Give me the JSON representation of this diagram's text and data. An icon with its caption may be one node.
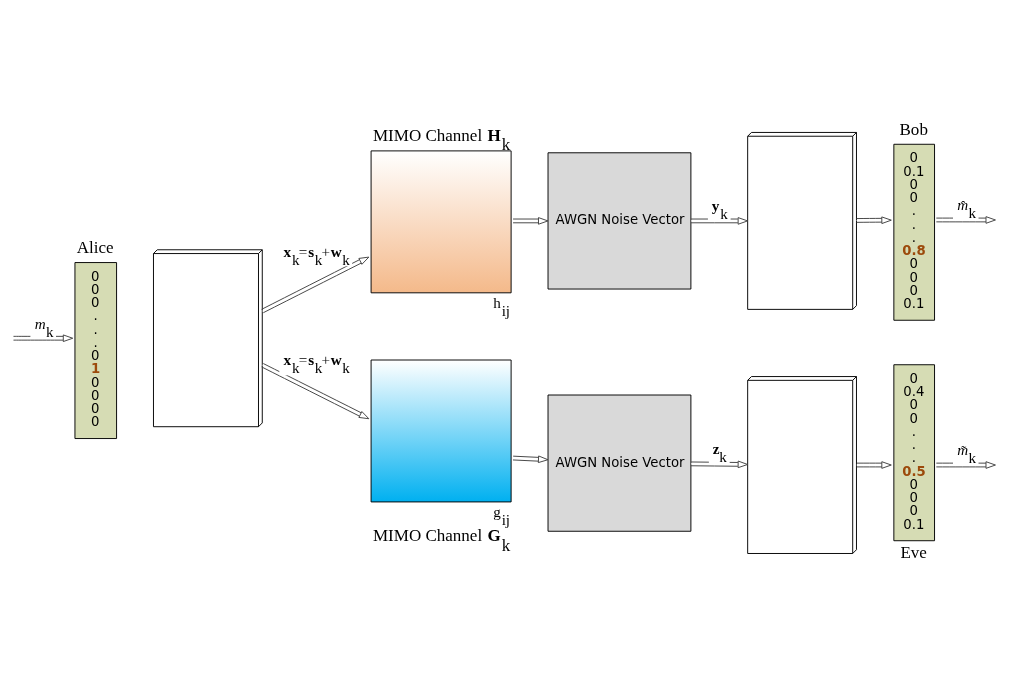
{
  "diagram": {
    "nodes": [
      {
        "text": [
          "Alice",
          "0 0 0 . . . 0 **1** 0 0 0 0"
        ]
      },
      {
        "text": [],
        "shape": "picture"
      },
      {
        "text": [
          "MIMO Channel **H**$_{k}$",
          "h$_{ij}$"
        ]
      },
      {
        "text": [
          "AWGN Noise Vector"
        ]
      },
      {
        "text": [],
        "shape": "picture"
      },
      {
        "text": [
          "Bob",
          "0 0.1 0 0 . . . **0.8** 0 0 0 0.1"
        ]
      },
      {
        "text": [
          "g$_{ij}$",
          "MIMO Channel **G**$_{k}$"
        ]
      },
      {
        "text": [
          "AWGN Noise Vector"
        ]
      },
      {
        "text": [],
        "shape": "picture"
      },
      {
        "text": [
          "0 0.4 0 0 . . . **0.5** 0 0 0 0.1",
          "Eve"
        ]
      }
    ],
    "edges": [
      {
        "from": null,
        "to": 0,
        "arrow": "to",
        "label": "*m*$_{k}$"
      },
      {
        "from": 1,
        "to": 2,
        "arrow": "to",
        "label": "**x**$_{k}$=**s**$_{k}$+**w**$_{k}$"
      },
      {
        "from": 2,
        "to": 3,
        "arrow": "to"
      },
      {
        "from": 3,
        "to": 4,
        "arrow": "to",
        "label": "**y**$_{k}$"
      },
      {
        "from": 4,
        "to": 5,
        "arrow": "to"
      },
      {
        "from": 5,
        "to": null,
        "arrow": "to",
        "label": "*m̂*$_{k}$"
      },
      {
        "from": 1,
        "to": 6,
        "arrow": "to",
        "label": "**x**$_{k}$=**s**$_{k}$+**w**$_{k}$"
      },
      {
        "from": 6,
        "to": 7,
        "arrow": "to"
      },
      {
        "from": 7,
        "to": 8,
        "arrow": "to",
        "label": "**z**$_{k}$"
      },
      {
        "from": 8,
        "to": 9,
        "arrow": "to"
      },
      {
        "from": 9,
        "to": null,
        "arrow": "to",
        "label": "*m̃*$_{k}$"
      }
    ]
  }
}
